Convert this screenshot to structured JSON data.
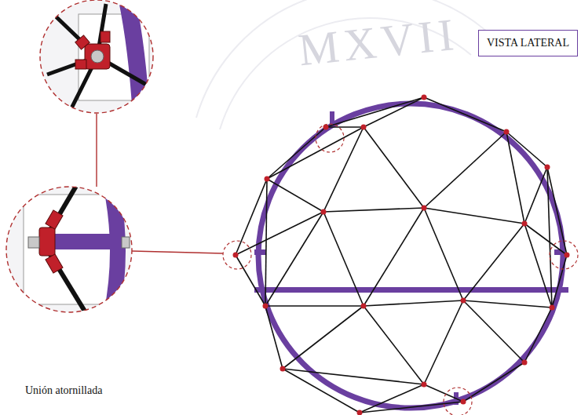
{
  "diagram": {
    "nodes": [
      {
        "text": [
          "VISTA LATERAL"
        ]
      }
    ],
    "labels": [
      "Unión atornillada",
      "MXVII"
    ]
  }
}
